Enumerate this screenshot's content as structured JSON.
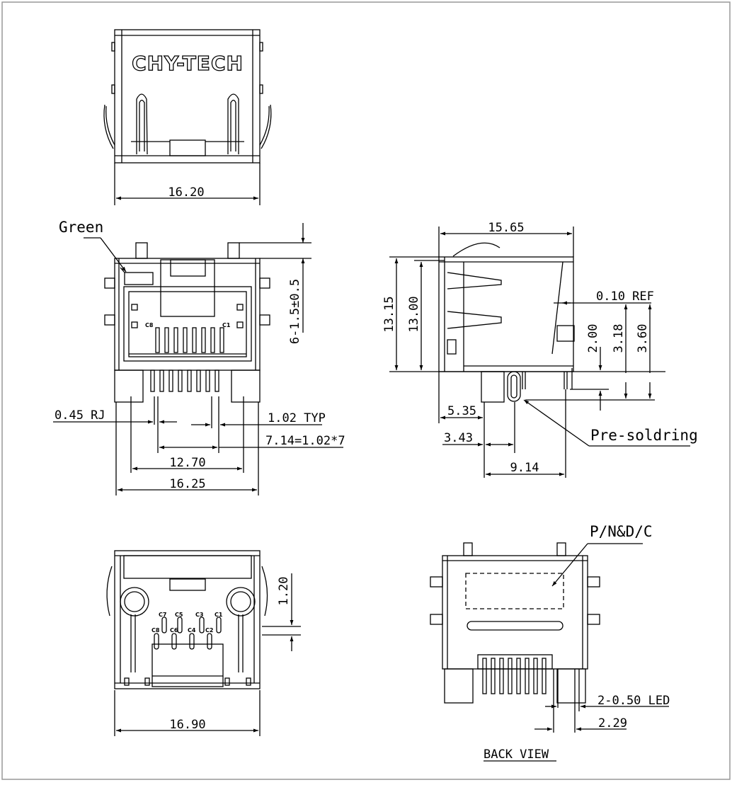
{
  "brand": "CHY-TECH",
  "top_view": {
    "width_dim": "16.20"
  },
  "front_view": {
    "led_label": "Green",
    "height_dim": "6-1.5±0.5",
    "pin_first": "C8",
    "pin_last": "C1",
    "dims": {
      "rj": "0.45 RJ",
      "typ": "1.02 TYP",
      "pitch": "7.14=1.02*7",
      "span": "12.70",
      "total": "16.25"
    }
  },
  "side_view": {
    "dims": {
      "length": "15.65",
      "h1": "13.15",
      "h2": "13.00",
      "ref": "0.10 REF",
      "v1": "2.00",
      "v2": "3.18",
      "v3": "3.60",
      "d1": "5.35",
      "d2": "3.43",
      "d3": "9.14"
    },
    "note": "Pre-soldring"
  },
  "bottom_view": {
    "dim_v": "1.20",
    "width_dim": "16.90",
    "pins_top": [
      "C7",
      "C5",
      "C3",
      "C1"
    ],
    "pins_bottom": [
      "C8",
      "C6",
      "C4",
      "C2"
    ]
  },
  "back_view": {
    "marking": "P/N&D/C",
    "led_dim": "2-0.50 LED",
    "dim": "2.29",
    "title": "BACK VIEW"
  }
}
